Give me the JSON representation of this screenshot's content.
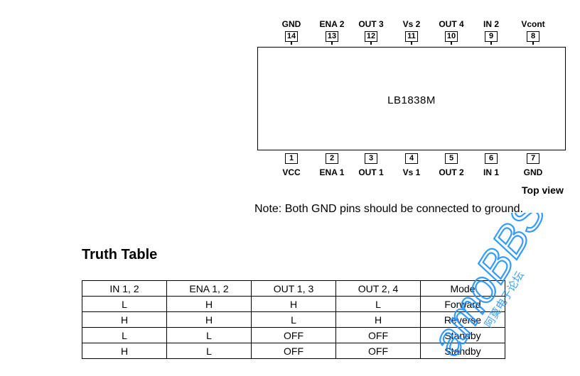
{
  "chip": {
    "name": "LB1838M"
  },
  "top_pins": [
    {
      "num": "14",
      "label": "GND"
    },
    {
      "num": "13",
      "label": "ENA 2"
    },
    {
      "num": "12",
      "label": "OUT 3"
    },
    {
      "num": "11",
      "label": "Vs 2"
    },
    {
      "num": "10",
      "label": "OUT 4"
    },
    {
      "num": "9",
      "label": "IN 2"
    },
    {
      "num": "8",
      "label": "Vcont"
    }
  ],
  "bottom_pins": [
    {
      "num": "1",
      "label": "VCC"
    },
    {
      "num": "2",
      "label": "ENA 1"
    },
    {
      "num": "3",
      "label": "OUT 1"
    },
    {
      "num": "4",
      "label": "Vs 1"
    },
    {
      "num": "5",
      "label": "OUT 2"
    },
    {
      "num": "6",
      "label": "IN 1"
    },
    {
      "num": "7",
      "label": "GND"
    }
  ],
  "top_view": "Top view",
  "note": "Note: Both GND pins should be connected to ground.",
  "truth_table": {
    "title": "Truth Table",
    "headers": [
      "IN 1, 2",
      "ENA 1, 2",
      "OUT 1, 3",
      "OUT 2, 4",
      "Mode"
    ],
    "rows": [
      [
        "L",
        "H",
        "H",
        "L",
        "Forward"
      ],
      [
        "H",
        "H",
        "L",
        "H",
        "Reverse"
      ],
      [
        "L",
        "L",
        "OFF",
        "OFF",
        "Standby"
      ],
      [
        "H",
        "L",
        "OFF",
        "OFF",
        "Standby"
      ]
    ]
  },
  "watermark": {
    "text": "amoBBS",
    "subtext": "阿莫电子论坛",
    "color": "#1e90ff"
  }
}
